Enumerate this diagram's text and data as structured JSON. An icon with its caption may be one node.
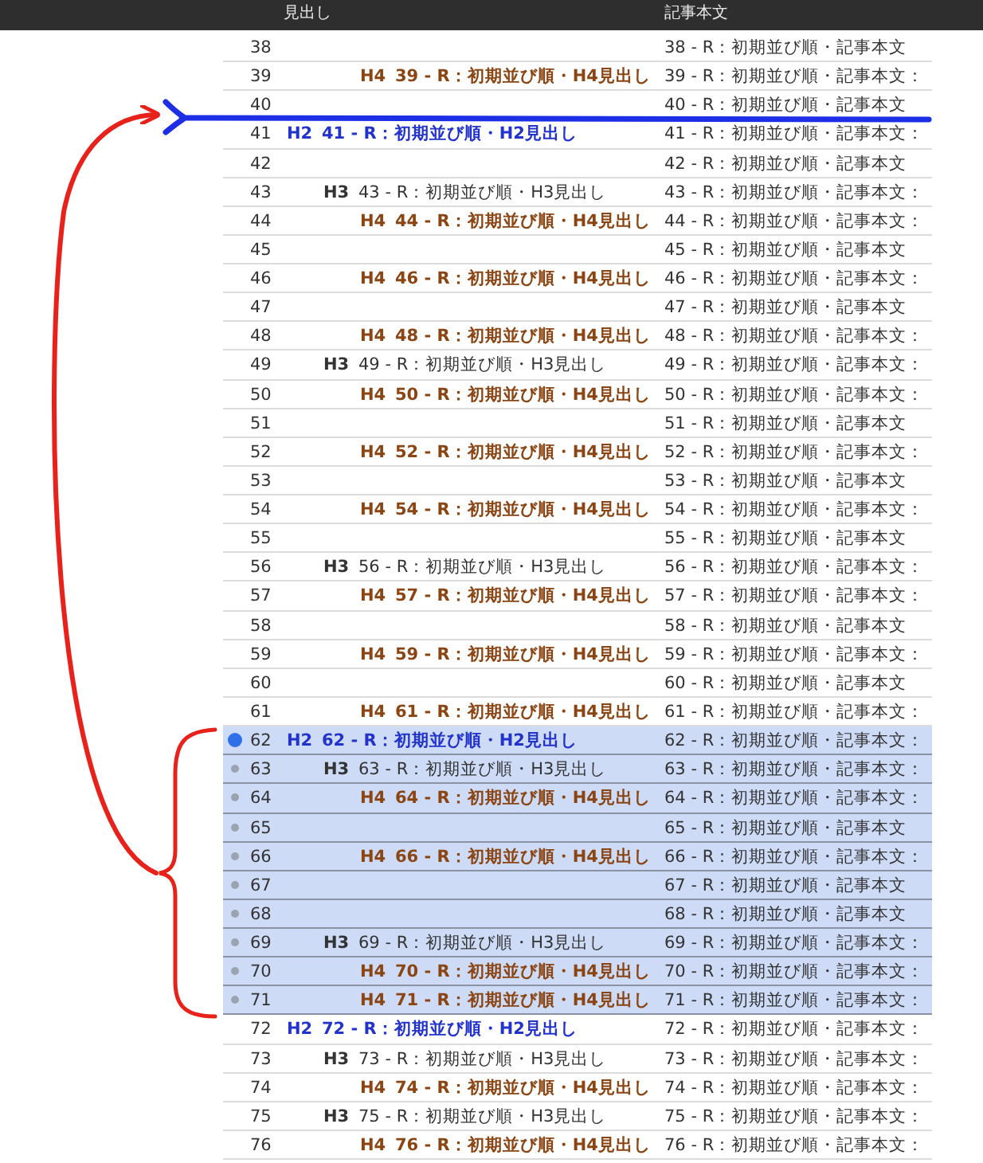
{
  "diagram": {
    "nodes": [
      {
        "text": [],
        "shape": "bar"
      },
      {
        "text": [],
        "shape": "bracket"
      }
    ],
    "edges": [
      {
        "from": 1,
        "to": 0,
        "arrow": "to"
      }
    ],
    "labels": [
      "見出し",
      "記事本文",
      "38",
      "38 - R：初期並び順・記事本文",
      "39",
      "H4",
      "39 - R：初期並び順・H4見出し",
      "39 - R：初期並び順・記事本文：",
      "40",
      "40 - R：初期並び順・記事本文",
      "41",
      "H2",
      "41 - R：初期並び順・H2見出し",
      "41 - R：初期並び順・記事本文：",
      "42",
      "42 - R：初期並び順・記事本文",
      "43",
      "H3",
      "43 - R：初期並び順・H3見出し",
      "43 - R：初期並び順・記事本文：",
      "44",
      "H4",
      "44 - R：初期並び順・H4見出し",
      "44 - R：初期並び順・記事本文：",
      "45",
      "45 - R：初期並び順・記事本文",
      "46",
      "H4",
      "46 - R：初期並び順・H4見出し",
      "46 - R：初期並び順・記事本文：",
      "47",
      "47 - R：初期並び順・記事本文",
      "48",
      "H4",
      "48 - R：初期並び順・H4見出し",
      "48 - R：初期並び順・記事本文：",
      "49",
      "H3",
      "49 - R：初期並び順・H3見出し",
      "49 - R：初期並び順・記事本文：",
      "50",
      "H4",
      "50 - R：初期並び順・H4見出し",
      "50 - R：初期並び順・記事本文：",
      "51",
      "51 - R：初期並び順・記事本文",
      "52",
      "H4",
      "52 - R：初期並び順・H4見出し",
      "52 - R：初期並び順・記事本文：",
      "53",
      "53 - R：初期並び順・記事本文",
      "54",
      "H4",
      "54 - R：初期並び順・H4見出し",
      "54 - R：初期並び順・記事本文：",
      "55",
      "55 - R：初期並び順・記事本文",
      "56",
      "H3",
      "56 - R：初期並び順・H3見出し",
      "56 - R：初期並び順・記事本文：",
      "57",
      "H4",
      "57 - R：初期並び順・H4見出し",
      "57 - R：初期並び順・記事本文：",
      "58",
      "58 - R：初期並び順・記事本文",
      "59",
      "H4",
      "59 - R：初期並び順・H4見出し",
      "59 - R：初期並び順・記事本文：",
      "60",
      "60 - R：初期並び順・記事本文",
      "61",
      "H4",
      "61 - R：初期並び順・H4見出し",
      "61 - R：初期並び順・記事本文：",
      "62",
      "H2",
      "62 - R：初期並び順・H2見出し",
      "62 - R：初期並び順・記事本文：",
      "63",
      "H3",
      "63 - R：初期並び順・H3見出し",
      "63 - R：初期並び順・記事本文：",
      "64",
      "H4",
      "64 - R：初期並び順・H4見出し",
      "64 - R：初期並び順・記事本文：",
      "65",
      "65 - R：初期並び順・記事本文",
      "66",
      "H4",
      "66 - R：初期並び順・H4見出し",
      "66 - R：初期並び順・記事本文：",
      "67",
      "67 - R：初期並び順・記事本文",
      "68",
      "68 - R：初期並び順・記事本文",
      "69",
      "H3",
      "69 - R：初期並び順・H3見出し",
      "69 - R：初期並び順・記事本文：",
      "70",
      "H4",
      "70 - R：初期並び順・H4見出し",
      "70 - R：初期並び順・記事本文：",
      "71",
      "H4",
      "71 - R：初期並び順・H4見出し",
      "71 - R：初期並び順・記事本文：",
      "72",
      "H2",
      "72 - R：初期並び順・H2見出し",
      "72 - R：初期並び順・記事本文：",
      "73",
      "H3",
      "73 - R：初期並び順・H3見出し",
      "73 - R：初期並び順・記事本文：",
      "74",
      "H4",
      "74 - R：初期並び順・H4見出し",
      "74 - R：初期並び順・記事本文：",
      "75",
      "H3",
      "75 - R：初期並び順・H3見出し",
      "75 - R：初期並び順・記事本文：",
      "76",
      "H4",
      "76 - R：初期並び順・H4見出し",
      "76 - R：初期並び順・記事本文："
    ]
  }
}
